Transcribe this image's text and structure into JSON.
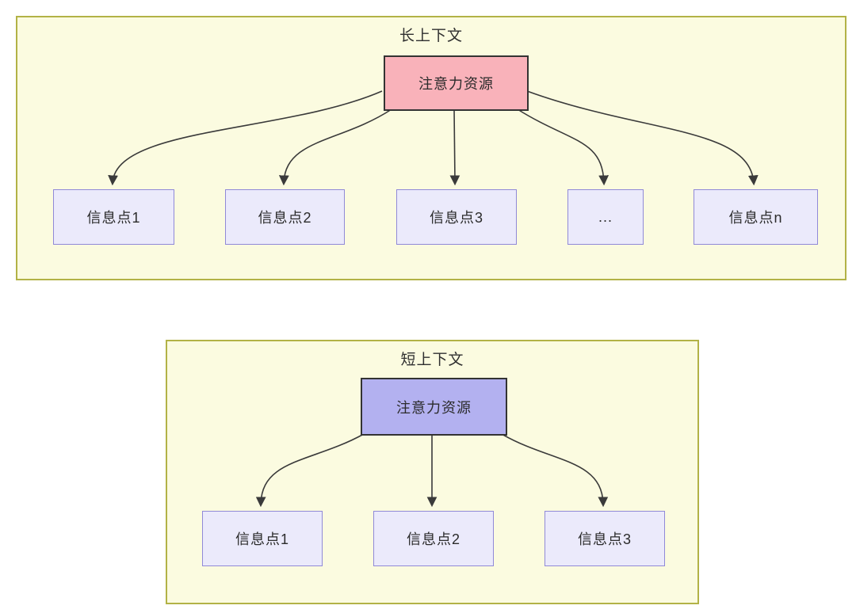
{
  "colors": {
    "panel_bg": "#fbfbe0",
    "panel_border": "#b2b246",
    "attention_long_bg": "#f9b2ba",
    "attention_short_bg": "#b3b1f0",
    "attention_border": "#333333",
    "node_bg": "#ebeafb",
    "node_border": "#9089d8",
    "arrow": "#3a3a3a",
    "text": "#2b2b2b"
  },
  "long_context": {
    "title": "长上下文",
    "attention_label": "注意力资源",
    "nodes": [
      "信息点1",
      "信息点2",
      "信息点3",
      "...",
      "信息点n"
    ]
  },
  "short_context": {
    "title": "短上下文",
    "attention_label": "注意力资源",
    "nodes": [
      "信息点1",
      "信息点2",
      "信息点3"
    ]
  }
}
